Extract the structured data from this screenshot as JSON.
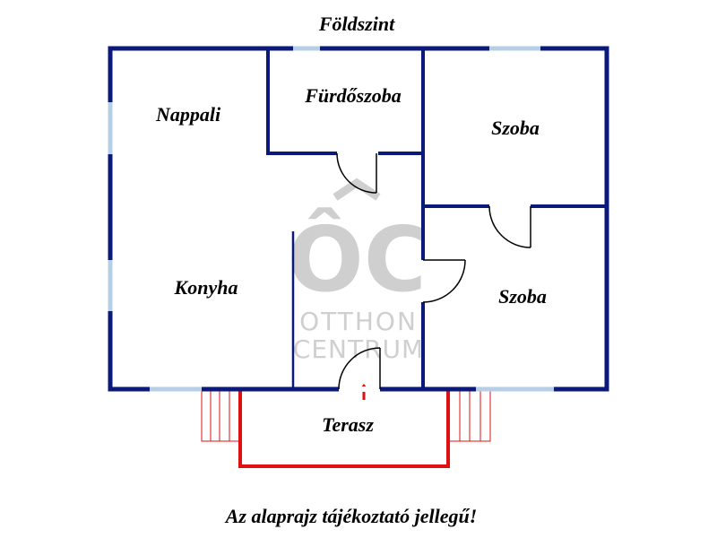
{
  "title": "Földszint",
  "rooms": {
    "nappali": "Nappali",
    "furdoszoba": "Fürdőszoba",
    "szoba1": "Szoba",
    "konyha": "Konyha",
    "szoba2": "Szoba",
    "terasz": "Terasz"
  },
  "watermark": {
    "logo": "ÔC",
    "line1": "OTTHON",
    "line2": "CENTRUM"
  },
  "note": "Az alaprajz tájékoztató jellegű!",
  "colors": {
    "wall": "#0b1a7a",
    "window": "#b7cfe6",
    "terrace": "#e01010",
    "watermark": "#cfcfcf"
  }
}
